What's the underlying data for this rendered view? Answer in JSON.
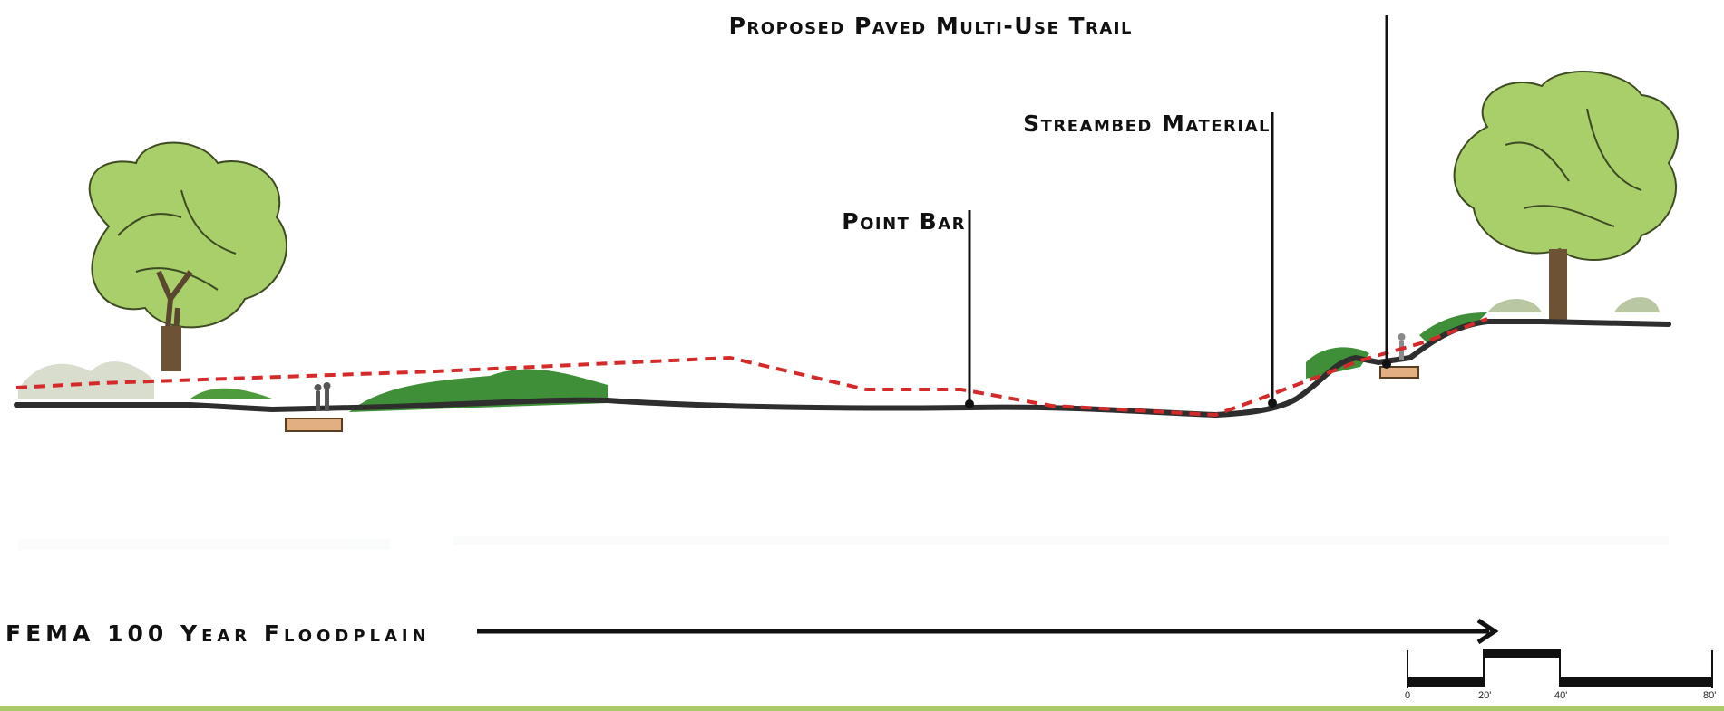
{
  "callouts": {
    "trail": "Proposed Paved Multi-Use Trail",
    "streambed": "Streambed Material",
    "point_bar": "Point Bar"
  },
  "floodplain": {
    "label": "FEMA  100 Year Floodplain"
  },
  "scale_bar": {
    "labels": [
      "0",
      "20'",
      "40'",
      "80'"
    ]
  },
  "colors": {
    "floodline": "#d42a2a",
    "ground": "#2e2e2e",
    "tree_foliage": "#a8cf6a",
    "grass": "#3f8f38",
    "bench": "#e2b080",
    "accent_band": "#a9c96a"
  }
}
